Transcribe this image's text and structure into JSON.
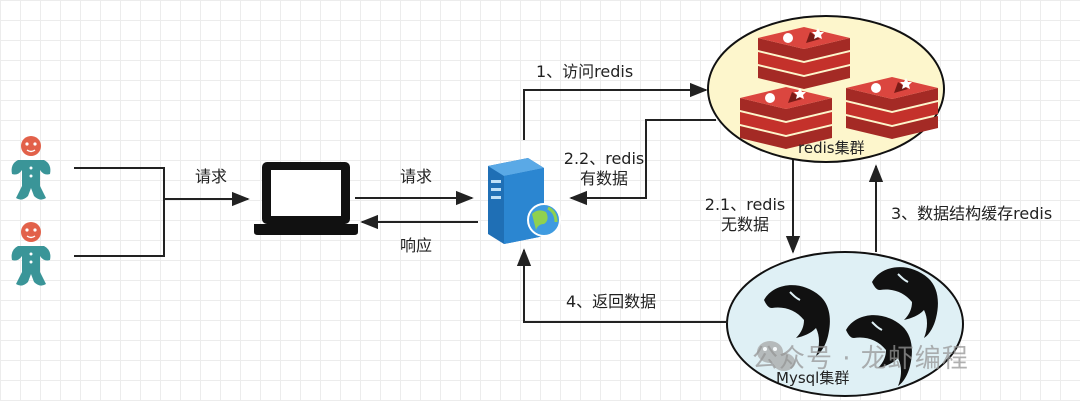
{
  "labels": {
    "request_1": "请求",
    "request_2": "请求",
    "response": "响应",
    "step_1": "1、访问redis",
    "step_2_2_line1": "2.2、redis",
    "step_2_2_line2": "有数据",
    "step_2_1_line1": "2.1、redis",
    "step_2_1_line2": "无数据",
    "step_3": "3、数据结构缓存redis",
    "step_4": "4、返回数据",
    "redis_cluster": "redis集群",
    "mysql_cluster": "Mysql集群"
  },
  "watermark": {
    "text": "公众号 · 龙虾编程",
    "icon": "wechat-icon"
  },
  "icons": {
    "users": "gingerbread-user-icon",
    "client": "laptop-icon",
    "server": "web-server-icon",
    "redis": "redis-logo-icon",
    "mysql": "mysql-dolphin-icon"
  },
  "colors": {
    "user": "#3a9598",
    "user_head": "#e2614a",
    "server": "#2a7fc4",
    "redis_bg": "#fdf6cc",
    "redis_red": "#c4312b",
    "mysql_bg": "#dff0f5",
    "line": "#333333"
  }
}
